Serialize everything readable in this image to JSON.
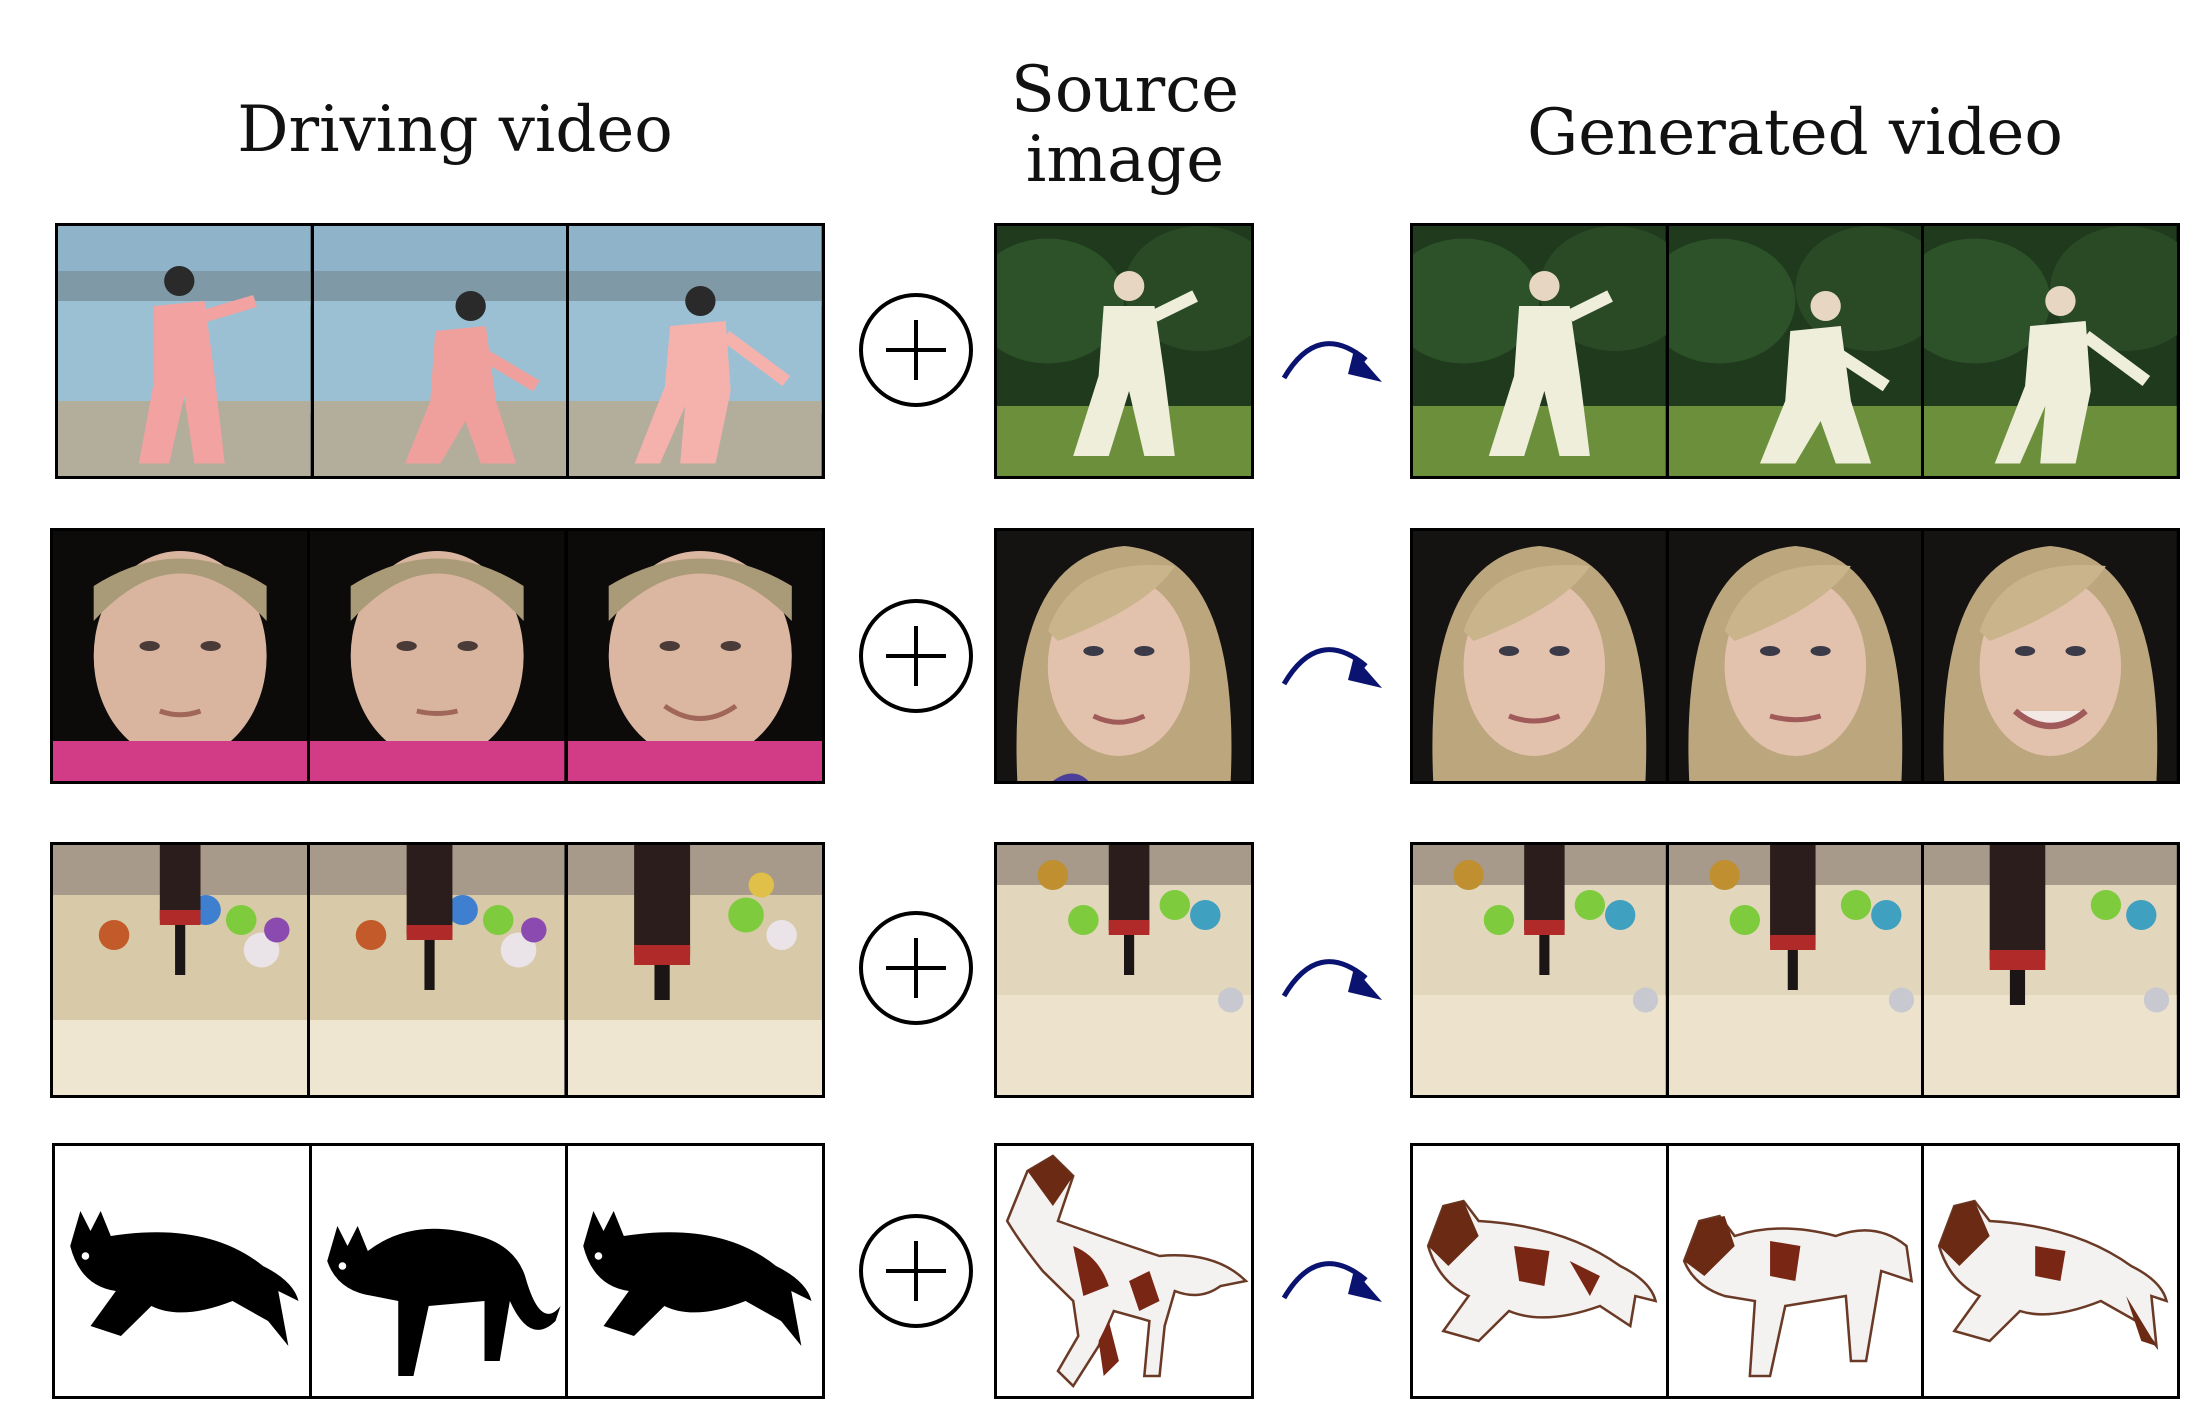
{
  "headers": {
    "driving": "Driving video",
    "source_line1": "Source",
    "source_line2": "image",
    "generated": "Generated video"
  },
  "rows": [
    {
      "driving": "tai-chi woman in pink on beach",
      "source": "tai-chi man in white with trees",
      "generated": "tai-chi man in white with trees"
    },
    {
      "driving": "boy face",
      "source": "blonde girl face",
      "generated": "blonde girl face"
    },
    {
      "driving": "robot arm over toys",
      "source": "robot arm over toys",
      "generated": "robot arm over toys"
    },
    {
      "driving": "black cat silhouette",
      "source": "brown and white horse",
      "generated": "brown and white horse"
    }
  ],
  "colors": {
    "arrow": "#0b1370",
    "border": "#000000"
  },
  "icons": {
    "plus": "plus-circle-icon",
    "arrow": "curved-arrow-icon"
  }
}
